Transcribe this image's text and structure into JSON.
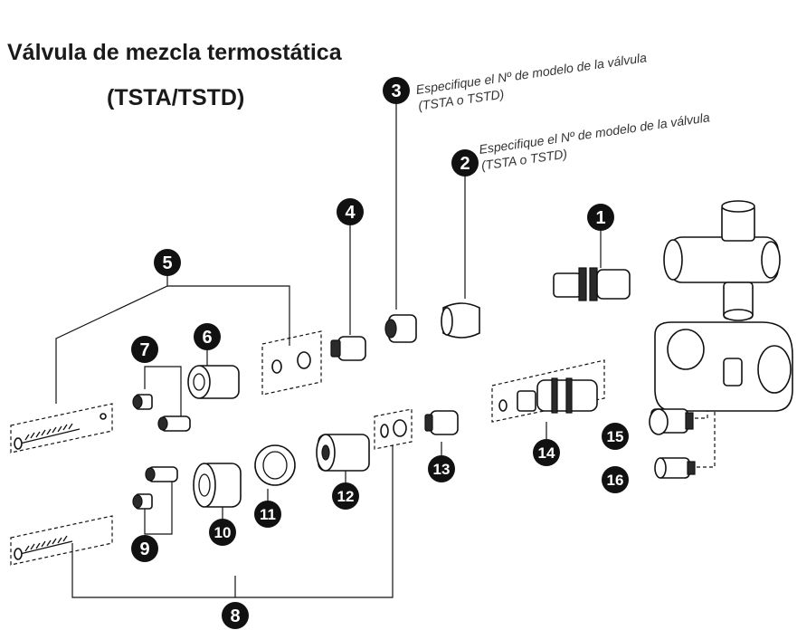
{
  "title": {
    "line1": "Válvula de mezcla termostática",
    "line2": "(TSTA/TSTD)"
  },
  "notes": {
    "item3_line1": "Especifique el Nº de modelo de la válvula",
    "item3_line2": "(TSTA o TSTD)",
    "item2_line1": "Especifique el Nº de modelo de la válvula",
    "item2_line2": "(TSTA  o TSTD)"
  },
  "callouts": [
    "1",
    "2",
    "3",
    "4",
    "5",
    "6",
    "7",
    "8",
    "9",
    "10",
    "11",
    "12",
    "13",
    "14",
    "15",
    "16"
  ],
  "colors": {
    "ink": "#111111",
    "badge": "#111111",
    "paper": "#ffffff"
  }
}
